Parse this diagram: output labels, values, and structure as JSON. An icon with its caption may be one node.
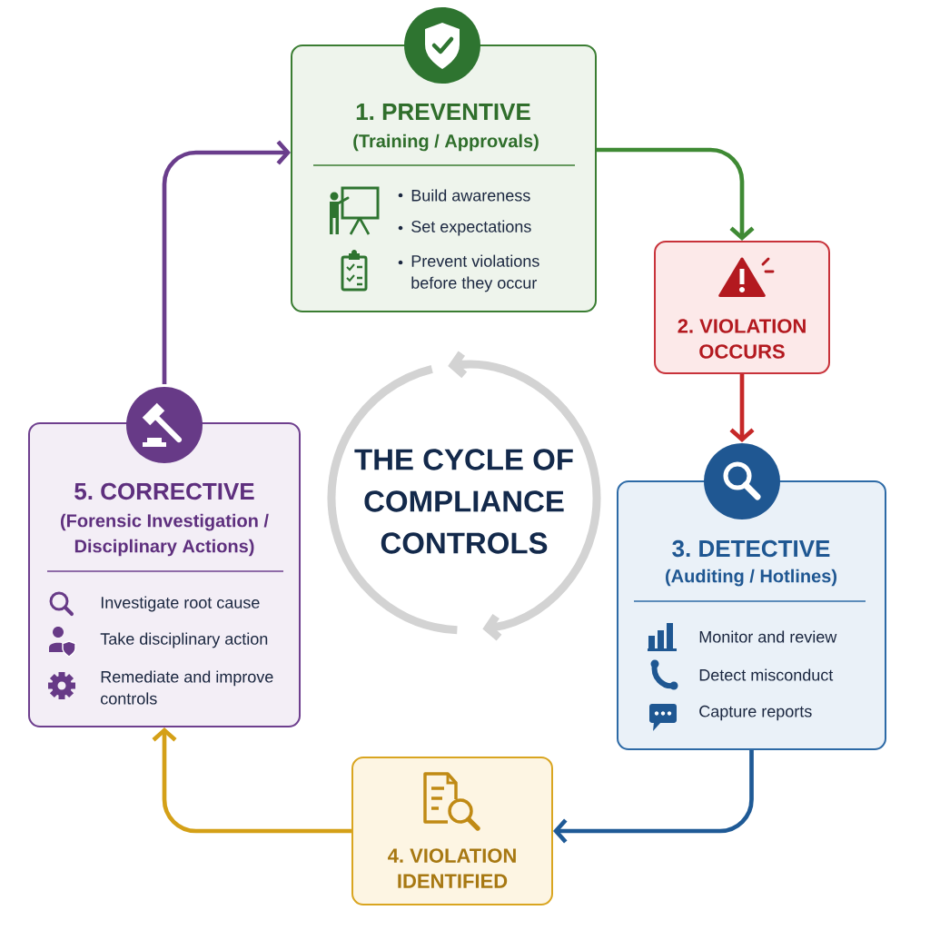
{
  "diagram": {
    "title": "THE CYCLE OF COMPLIANCE CONTROLS",
    "nodes": [
      {
        "text": [
          "1. PREVENTIVE",
          "(Training / Approvals)",
          "Build awareness",
          "Set expectations",
          "Prevent violations before they occur"
        ]
      },
      {
        "text": [
          "2. VIOLATION OCCURS"
        ]
      },
      {
        "text": [
          "3. DETECTIVE",
          "(Auditing / Hotlines)",
          "Monitor and review",
          "Detect misconduct",
          "Capture reports"
        ]
      },
      {
        "text": [
          "4. VIOLATION IDENTIFIED"
        ]
      },
      {
        "text": [
          "5. CORRECTIVE",
          "(Forensic Investigation / Disciplinary Actions)",
          "Investigate root cause",
          "Take disciplinary action",
          "Remediate and improve controls"
        ]
      }
    ],
    "edges": [
      {
        "from": 0,
        "to": 1,
        "arrow": "to",
        "color": "#3f8a34"
      },
      {
        "from": 1,
        "to": 2,
        "arrow": "to",
        "color": "#c62828"
      },
      {
        "from": 2,
        "to": 3,
        "arrow": "to",
        "color": "#1f5a96"
      },
      {
        "from": 3,
        "to": 4,
        "arrow": "to",
        "color": "#d4a017"
      },
      {
        "from": 4,
        "to": 0,
        "arrow": "to",
        "color": "#6a3d8c"
      }
    ]
  }
}
